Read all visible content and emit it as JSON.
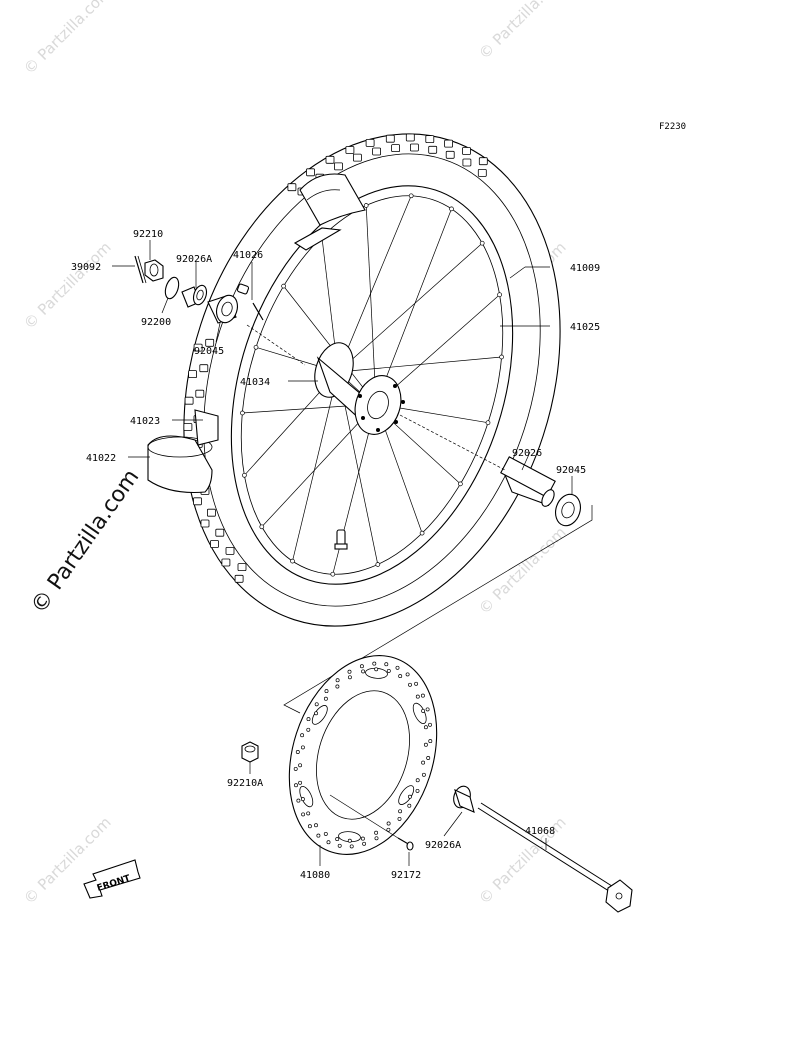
{
  "figure_ref": "F2230",
  "watermark": {
    "text": "© Partzilla.com",
    "main_text": "© Partzilla.com"
  },
  "front_label": "FRONT",
  "parts": [
    {
      "id": "p41009",
      "number": "41009",
      "name_icon": "tire"
    },
    {
      "id": "p41025",
      "number": "41025",
      "name_icon": "rim"
    },
    {
      "id": "p41026",
      "number": "41026",
      "name_icon": "spoke-nipple"
    },
    {
      "id": "p41034",
      "number": "41034",
      "name_icon": "hub"
    },
    {
      "id": "p41023",
      "number": "41023",
      "name_icon": "rim-band"
    },
    {
      "id": "p41022",
      "number": "41022",
      "name_icon": "tube"
    },
    {
      "id": "p92210",
      "number": "92210",
      "name_icon": "axle-nut"
    },
    {
      "id": "p39092",
      "number": "39092",
      "name_icon": "cotter-pin"
    },
    {
      "id": "p92026A_top",
      "number": "92026A",
      "name_icon": "collar"
    },
    {
      "id": "p92200",
      "number": "92200",
      "name_icon": "washer"
    },
    {
      "id": "p92045_top",
      "number": "92045",
      "name_icon": "bearing"
    },
    {
      "id": "p92026",
      "number": "92026",
      "name_icon": "spacer"
    },
    {
      "id": "p92045_right",
      "number": "92045",
      "name_icon": "bearing"
    },
    {
      "id": "p92210A",
      "number": "92210A",
      "name_icon": "nut"
    },
    {
      "id": "p41080",
      "number": "41080",
      "name_icon": "brake-disc"
    },
    {
      "id": "p92172",
      "number": "92172",
      "name_icon": "bolt"
    },
    {
      "id": "p92026A_bottom",
      "number": "92026A",
      "name_icon": "collar"
    },
    {
      "id": "p41068",
      "number": "41068",
      "name_icon": "axle"
    }
  ]
}
